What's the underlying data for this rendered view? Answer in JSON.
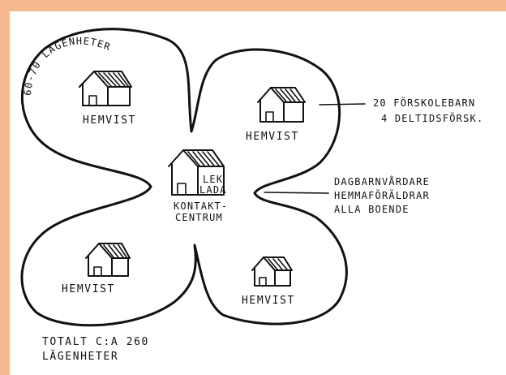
{
  "top_arc_label": "60-70 LÄGENHETER",
  "houses": [
    {
      "label": "HEMVIST"
    },
    {
      "label": "HEMVIST"
    },
    {
      "label": "HEMVIST"
    },
    {
      "label": "HEMVIST"
    }
  ],
  "center": {
    "sign_line1": "LEK",
    "sign_line2": "LADA",
    "caption_line1": "KONTAKT-",
    "caption_line2": "CENTRUM"
  },
  "annotation_right_top": {
    "line1": "20 FÖRSKOLEBARN",
    "line2": "4 DELTIDSFÖRSK."
  },
  "annotation_right_mid": {
    "line1": "DAGBARNVÅRDARE",
    "line2": "HEMMAFÖRÄLDRAR",
    "line3": "ALLA BOENDE"
  },
  "total": {
    "line1": "TOTALT C:A 260",
    "line2": "LÄGENHETER"
  },
  "colors": {
    "frame": "#f7b98f",
    "ink": "#111111",
    "paper": "#ffffff"
  }
}
